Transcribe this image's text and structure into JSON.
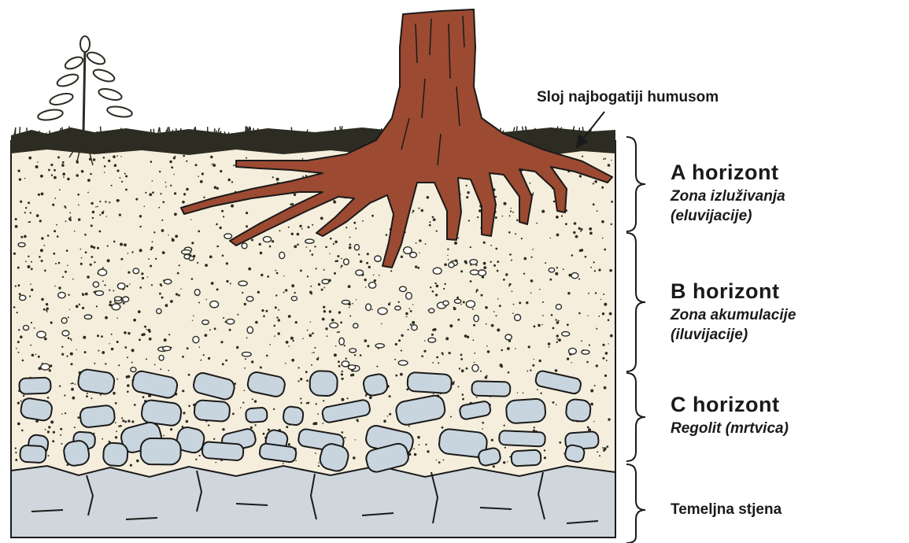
{
  "callout": {
    "label": "Sloj najbogatiji humusom"
  },
  "horizons": [
    {
      "title": "A horizont",
      "lines": [
        "Zona izluživanja",
        "(eluvijacije)"
      ]
    },
    {
      "title": "B horizont",
      "lines": [
        "Zona akumulacije",
        "(iluvijacije)"
      ]
    },
    {
      "title": "C horizont",
      "lines": [
        "Regolit (mrtvica)"
      ]
    },
    {
      "title": "Temeljna stjena",
      "lines": []
    }
  ],
  "colors": {
    "soil": "#f6eedc",
    "humus": "#2c2c22",
    "root": "#9c4a32",
    "rock": "#c9d5de",
    "bedrock": "#cfd7dd",
    "outline": "#1a1a1a"
  }
}
